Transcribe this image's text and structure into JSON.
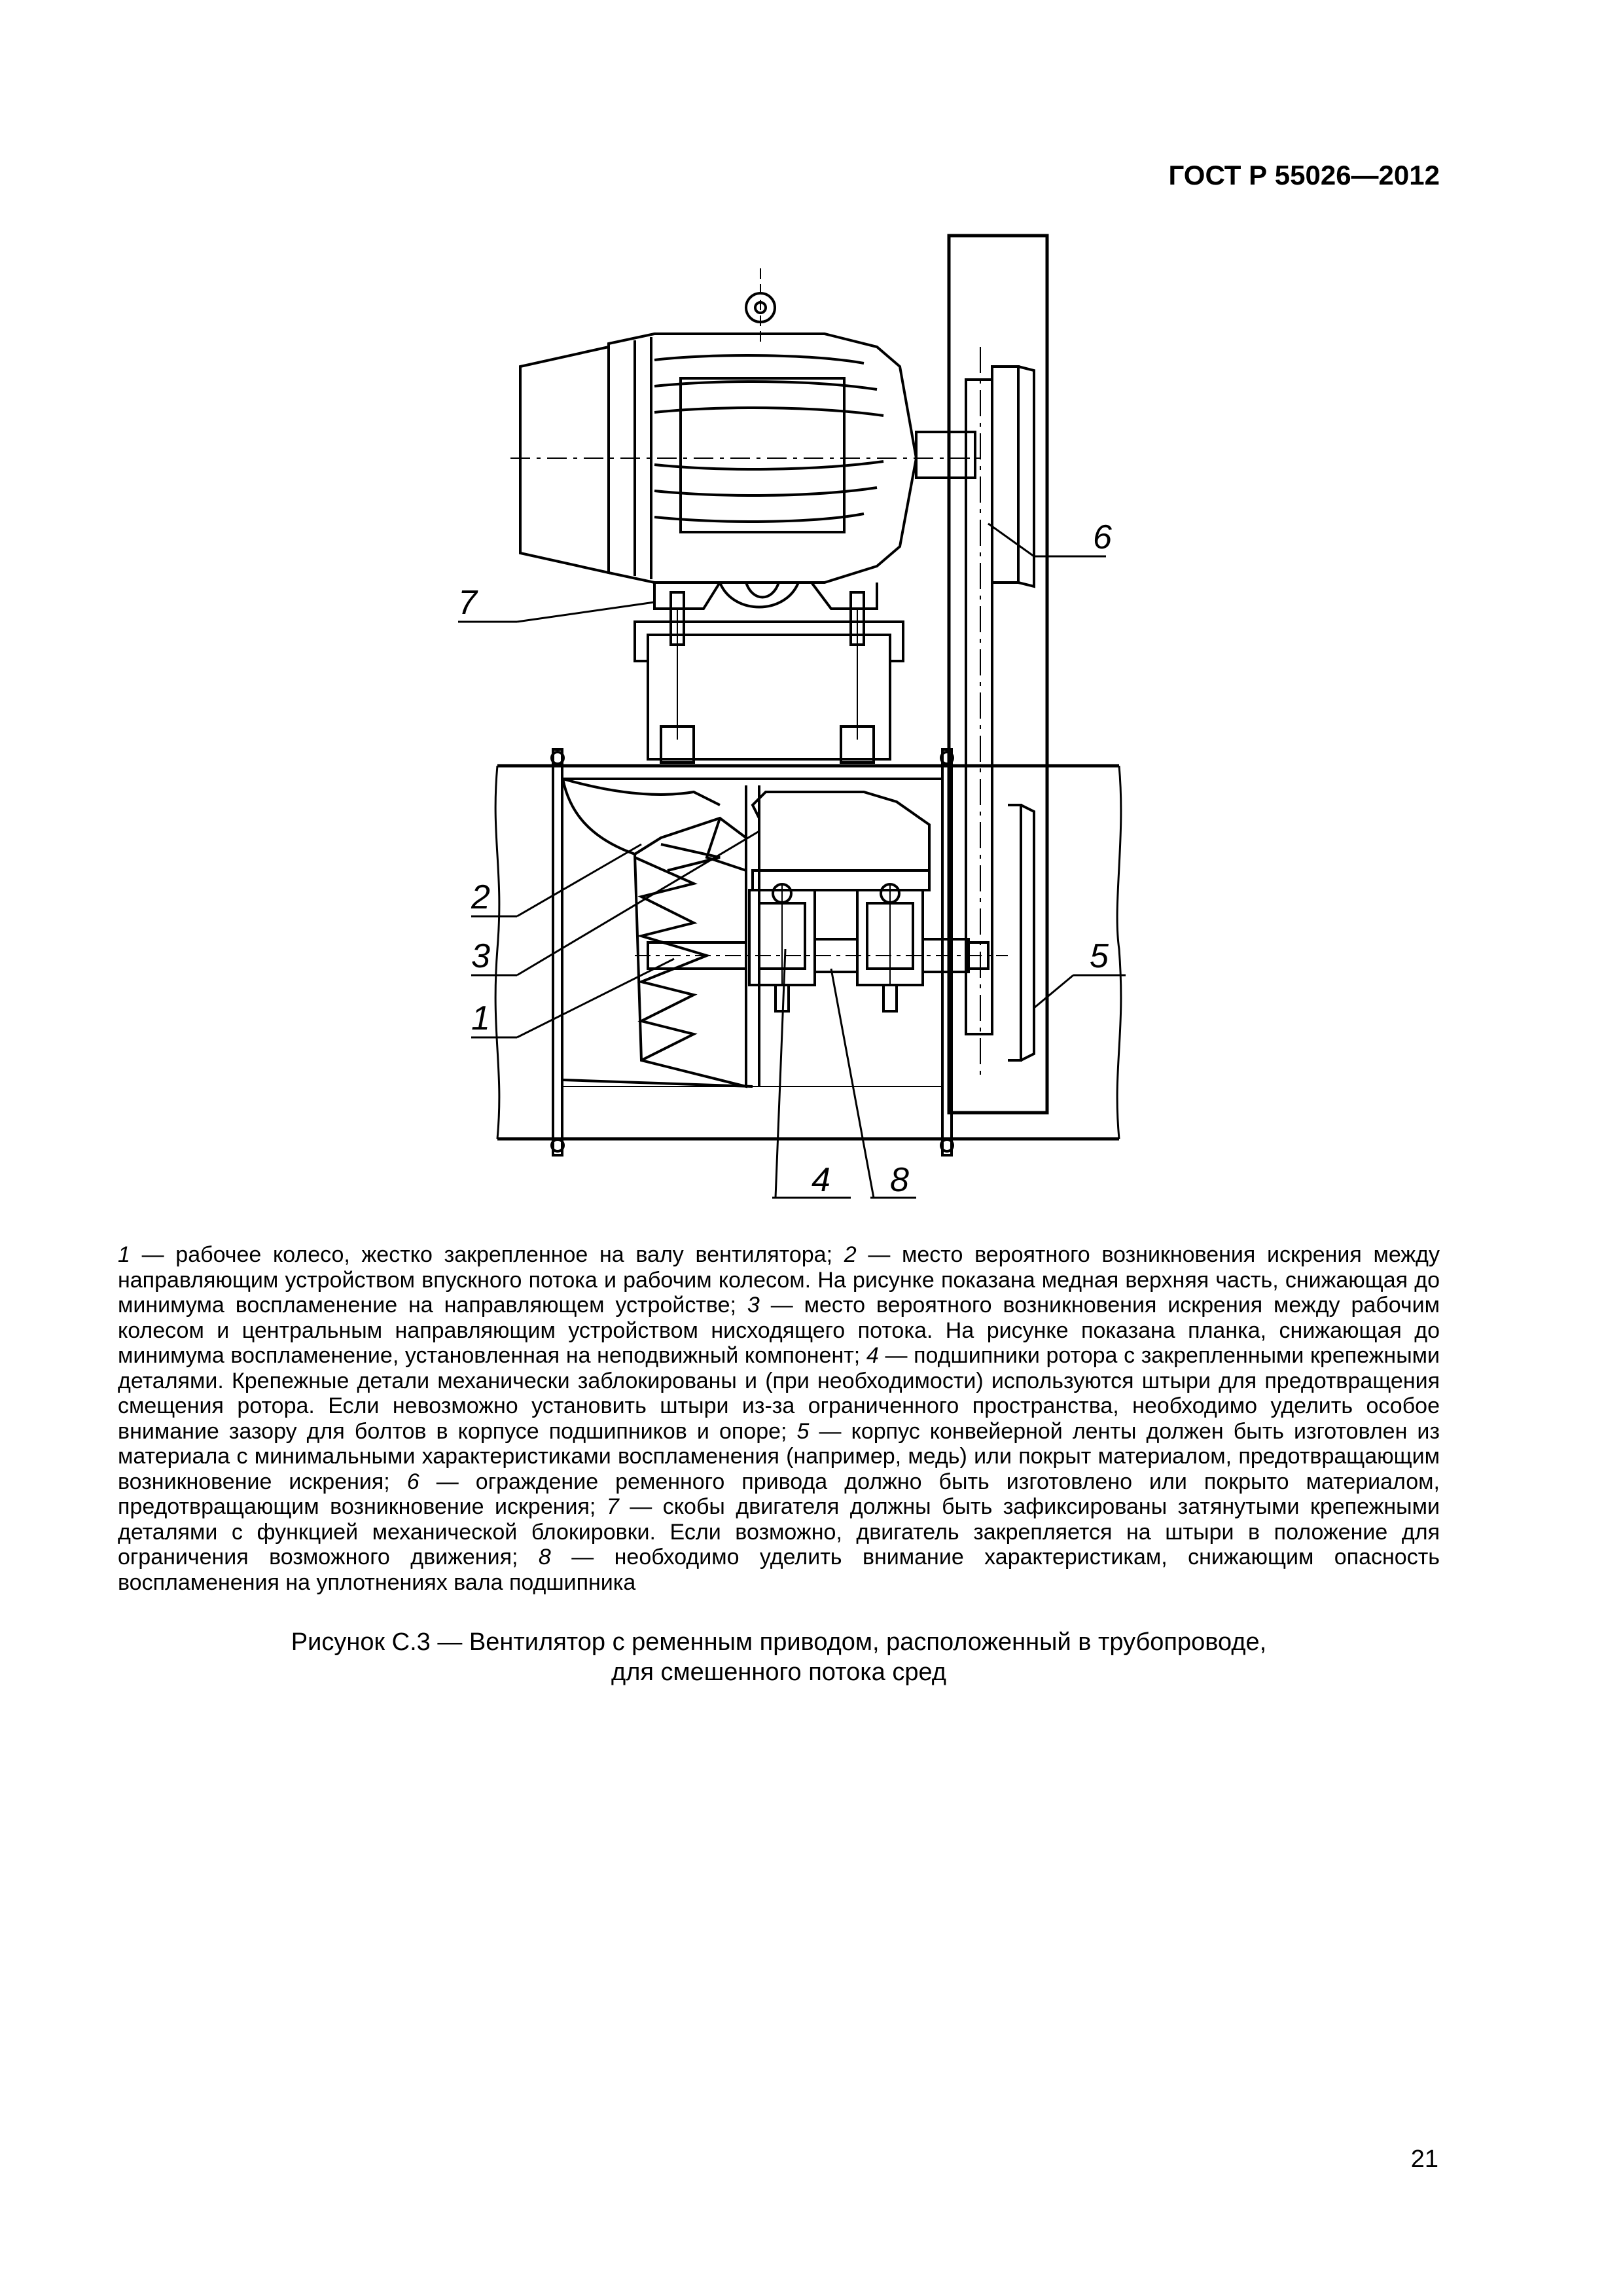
{
  "header": {
    "doc_id": "ГОСТ Р 55026—2012"
  },
  "figure": {
    "labels": [
      "1",
      "2",
      "3",
      "4",
      "5",
      "6",
      "7",
      "8"
    ]
  },
  "caption": {
    "items": [
      {
        "num": "1",
        "text": " — рабочее колесо, жестко закрепленное на валу вентилятора; "
      },
      {
        "num": "2",
        "text": " — место вероятного возникновения искрения между направляющим устройством впускного потока и рабочим колесом. На рисунке показана медная верхняя часть, снижающая до минимума воспламенение на направляющем устройстве; "
      },
      {
        "num": "3",
        "text": " — место вероятного возникновения искрения между рабочим колесом и центральным направляющим устройством нисходящего потока. На рисунке показана планка, снижающая до минимума воспламенение, установленная на неподвижный компонент; "
      },
      {
        "num": "4",
        "text": " — подшипники ротора с закрепленными крепежными деталями. Крепежные детали механически заблокированы и (при необходимости) используются штыри для предотвращения смещения ротора. Если невозможно установить штыри из-за ограниченного пространства, необходимо уделить особое внимание зазору для болтов в корпусе подшипников и опоре; "
      },
      {
        "num": "5",
        "text": " — корпус конвейерной ленты должен быть изготовлен из материала с минимальными характеристиками воспламенения (например, медь) или покрыт материалом, предотвращающим возникновение искрения; "
      },
      {
        "num": "6",
        "text": " — ограждение ременного привода должно быть изготовлено или покрыто материалом, предотвращающим возникновение искрения; "
      },
      {
        "num": "7",
        "text": " — скобы двигателя должны быть зафиксированы затянутыми крепежными деталями с функцией механической блокировки. Если возможно, двигатель закрепляется на штыри в положение для ограничения возможного движения; "
      },
      {
        "num": "8",
        "text": " — необходимо уделить внимание характеристикам, снижающим опасность воспламенения на уплотнениях вала подшипника"
      }
    ]
  },
  "figure_title": {
    "line1": "Рисунок С.3 — Вентилятор с ременным приводом, расположенный в трубопроводе,",
    "line2": "для смешенного потока сред"
  },
  "page_number": "21"
}
